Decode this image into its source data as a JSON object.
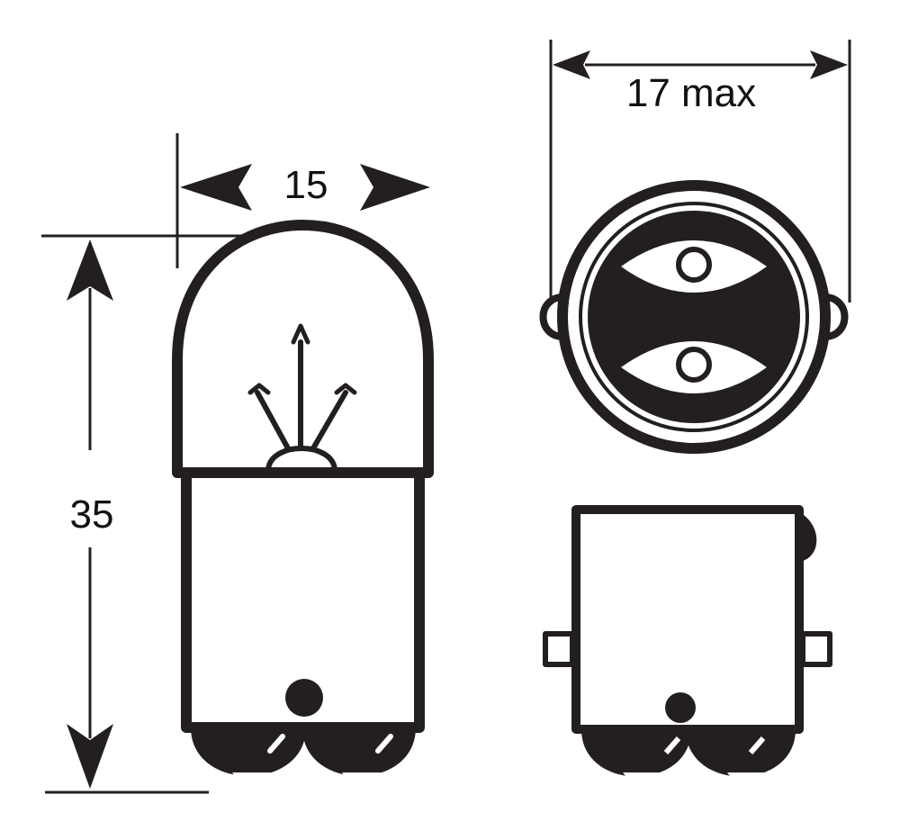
{
  "dimensions": {
    "bulb_width": "15",
    "bulb_height": "35",
    "base_diameter": "17 max"
  },
  "colors": {
    "ink": "#231f20",
    "background": "#ffffff"
  }
}
